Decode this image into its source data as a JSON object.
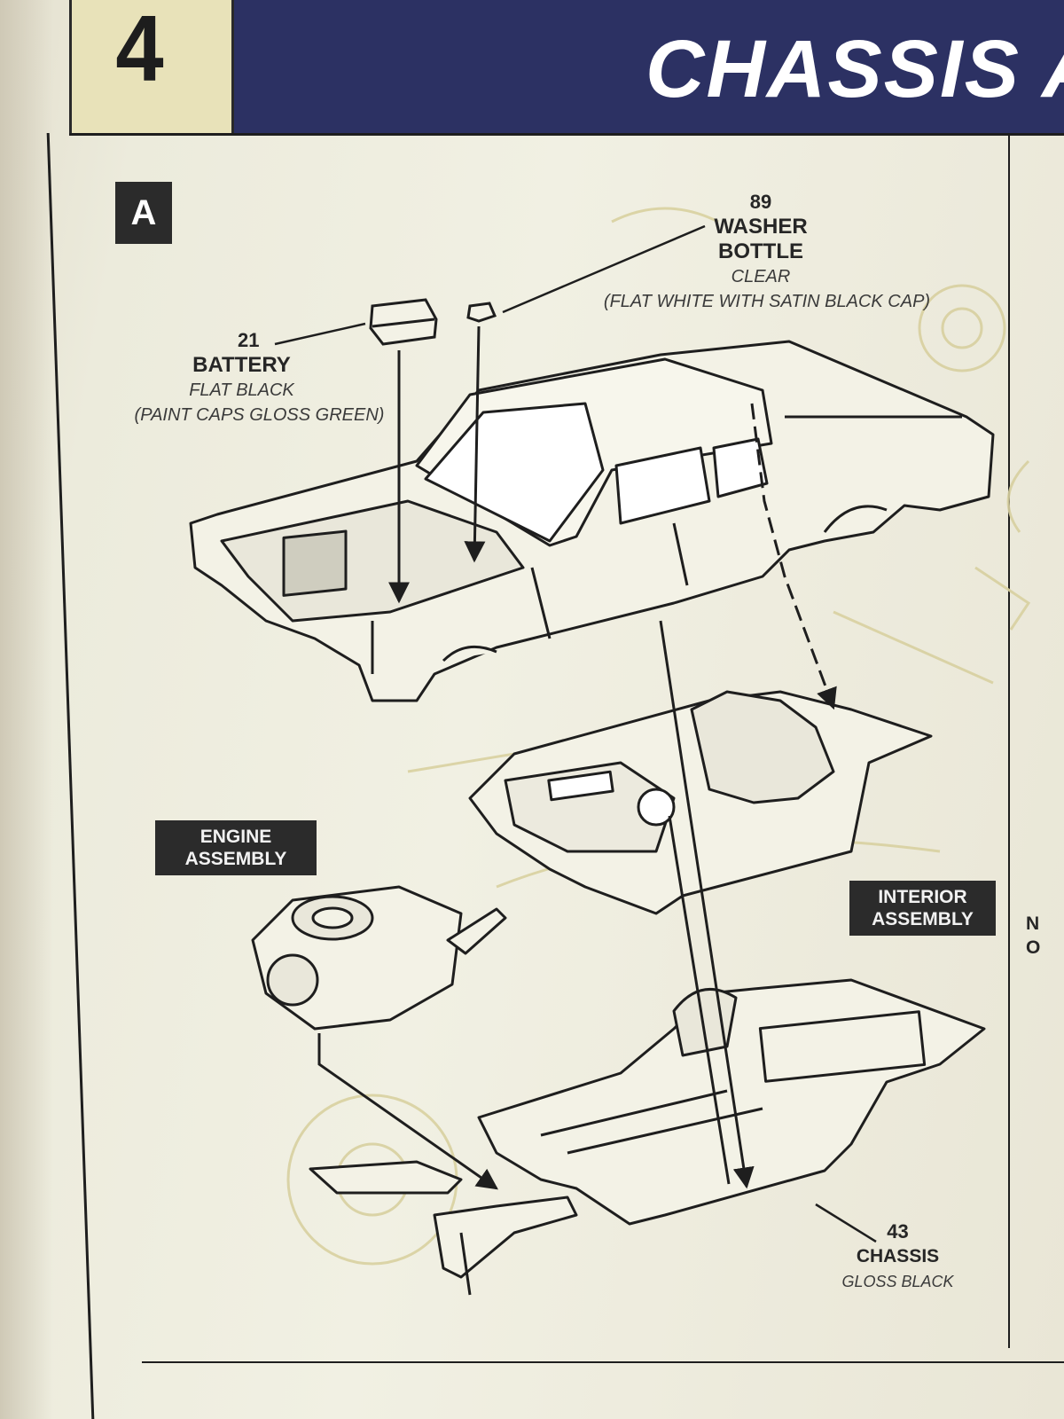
{
  "header": {
    "step_number": "4",
    "title": "CHASSIS A"
  },
  "panel": {
    "label": "A"
  },
  "callouts": {
    "washer_bottle": {
      "number": "89",
      "name_line1": "WASHER",
      "name_line2": "BOTTLE",
      "finish": "CLEAR",
      "note": "(FLAT WHITE WITH SATIN BLACK CAP)"
    },
    "battery": {
      "number": "21",
      "name": "BATTERY",
      "finish": "FLAT BLACK",
      "note": "(PAINT CAPS GLOSS GREEN)"
    },
    "chassis": {
      "number": "43",
      "name": "CHASSIS",
      "finish": "GLOSS BLACK"
    }
  },
  "assembly_tags": {
    "engine_line1": "ENGINE",
    "engine_line2": "ASSEMBLY",
    "interior_line1": "INTERIOR",
    "interior_line2": "ASSEMBLY"
  },
  "edge_text": {
    "line1": "N",
    "line2": "O"
  },
  "colors": {
    "header_band": "#2c3163",
    "paper": "#f1f0e3",
    "ink": "#262626",
    "ghost_print": "#d8d0a0"
  }
}
